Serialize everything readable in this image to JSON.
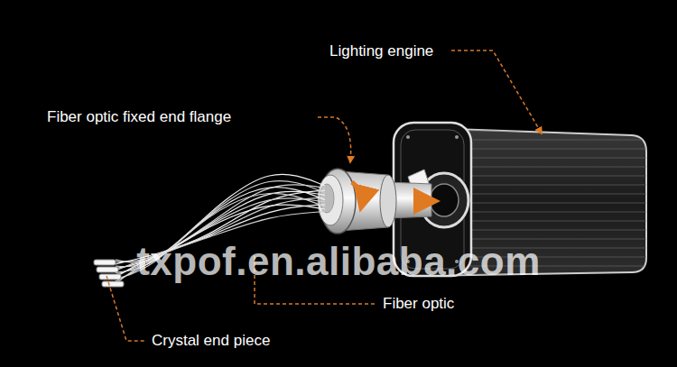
{
  "diagram": {
    "labels": [
      "Lighting engine",
      "Fiber optic fixed end flange",
      "Fiber optic",
      "Crystal end piece",
      "txpof.en.alibaba.com"
    ]
  }
}
